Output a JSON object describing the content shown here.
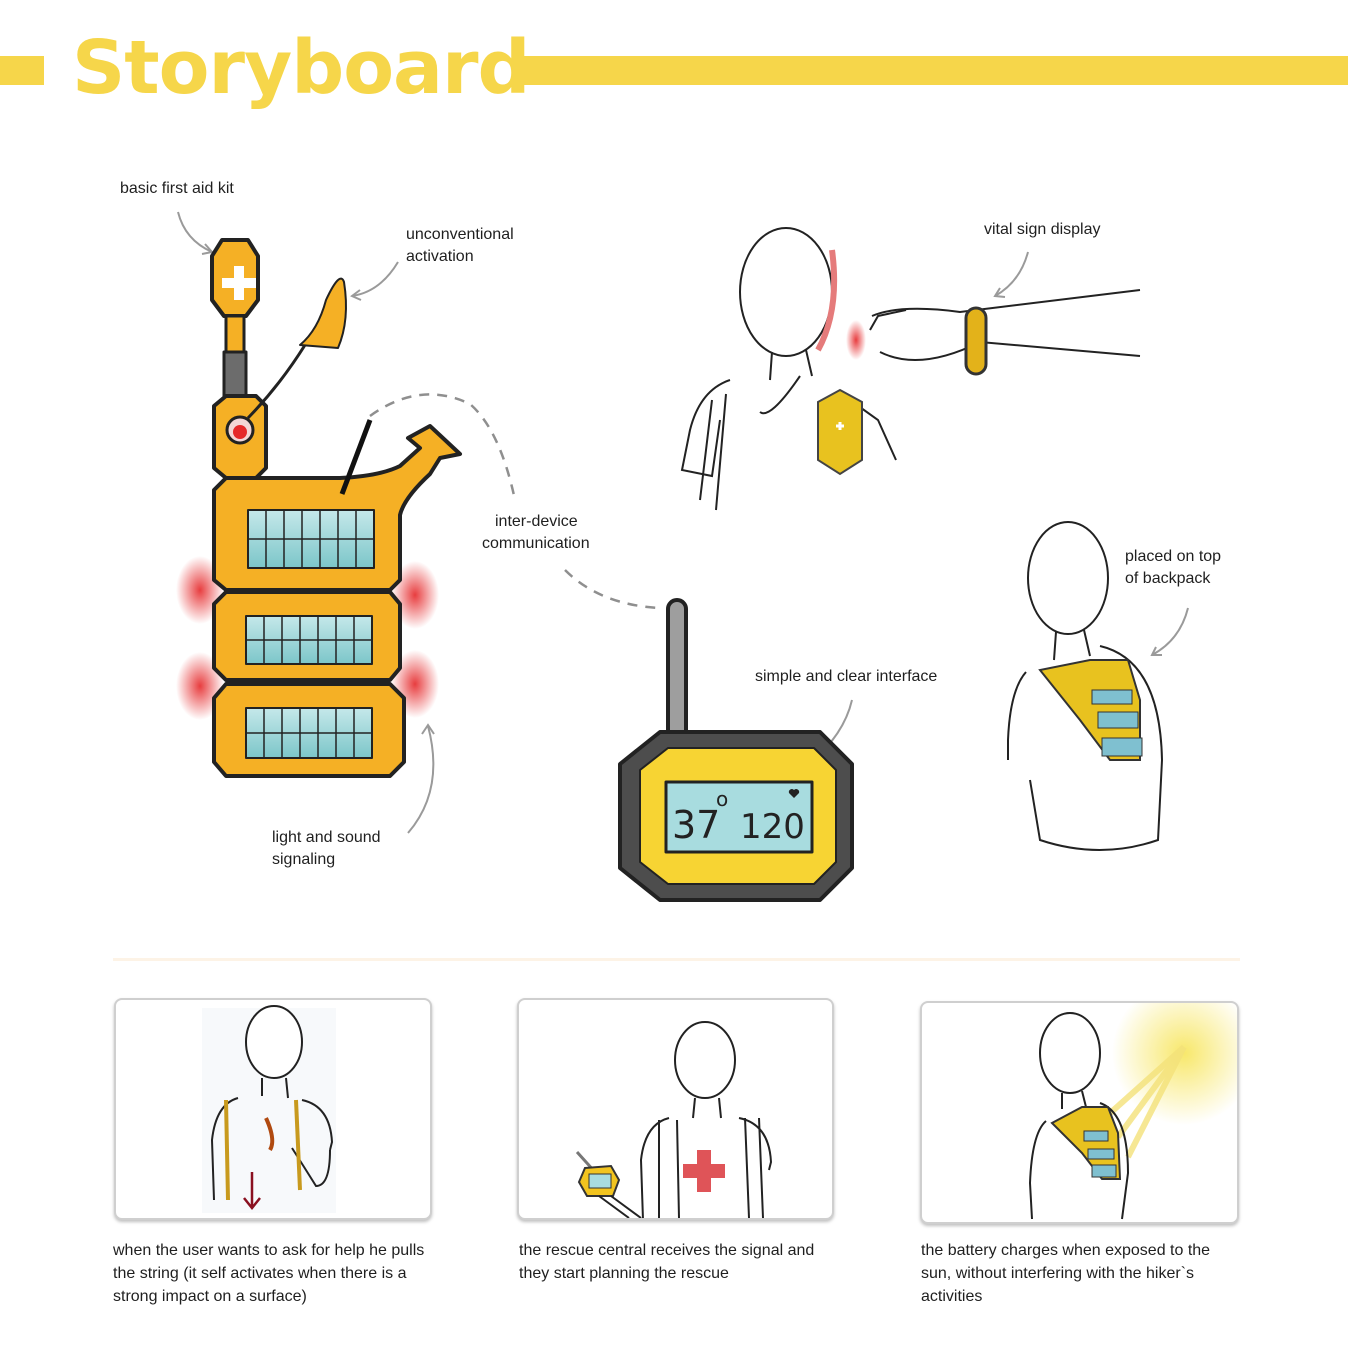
{
  "header": {
    "title": "Storyboard",
    "accent_color": "#f6d64a"
  },
  "annotations": {
    "first_aid_kit": "basic first aid kit",
    "activation_1": "unconventional",
    "activation_2": "activation",
    "vital_sign": "vital sign display",
    "inter_device_1": "inter-device",
    "inter_device_2": "communication",
    "backpack_1": "placed on top",
    "backpack_2": "of backpack",
    "interface": "simple and clear interface",
    "signaling_1": "light and sound",
    "signaling_2": "signaling"
  },
  "device_display": {
    "temperature": "37",
    "degree": "o",
    "heart_rate": "120"
  },
  "storyboard": [
    {
      "caption": "when the user wants to ask for help he pulls the string (it self activates when there is a strong impact on a surface)"
    },
    {
      "caption": "the rescue central receives the signal and they start planning the rescue"
    },
    {
      "caption": "the battery charges when exposed to the sun, without interfering with the hiker`s activities"
    }
  ],
  "colors": {
    "device_orange": "#f5b025",
    "device_yellow": "#f7d433",
    "screen_teal": "#8fd0d3",
    "signal_red": "#e5282a",
    "outline": "#222222"
  }
}
